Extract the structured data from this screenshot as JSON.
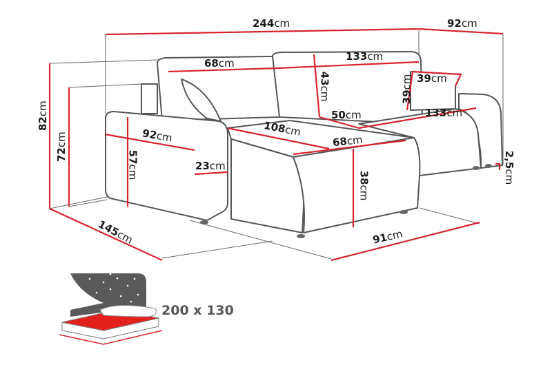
{
  "diagram": {
    "subject": "corner sofa bed dimensions",
    "unit": "cm",
    "colors": {
      "dimension_line": "#d9232e",
      "outline": "#555555",
      "guide_line": "#666666",
      "bed_sheet": "#e3201b",
      "night_sky": "#5a5a5a"
    },
    "dimensions": {
      "total_width": {
        "value": "244",
        "unit": "cm"
      },
      "chaise_depth_total": {
        "value": "92",
        "unit": "cm"
      },
      "back_cushion_width": {
        "value": "68",
        "unit": "cm"
      },
      "back_width_right": {
        "value": "133",
        "unit": "cm"
      },
      "back_cushion_height": {
        "value": "43",
        "unit": "cm"
      },
      "pillow_width": {
        "value": "39",
        "unit": "cm"
      },
      "pillow_height": {
        "value": "39",
        "unit": "cm"
      },
      "seat_depth": {
        "value": "50",
        "unit": "cm"
      },
      "seat_width_right": {
        "value": "133",
        "unit": "cm"
      },
      "total_height": {
        "value": "82",
        "unit": "cm"
      },
      "back_height": {
        "value": "72",
        "unit": "cm"
      },
      "armrest_depth": {
        "value": "92",
        "unit": "cm"
      },
      "armrest_height": {
        "value": "57",
        "unit": "cm"
      },
      "armrest_width": {
        "value": "23",
        "unit": "cm"
      },
      "chaise_length": {
        "value": "108",
        "unit": "cm"
      },
      "chaise_width": {
        "value": "68",
        "unit": "cm"
      },
      "seat_height": {
        "value": "38",
        "unit": "cm"
      },
      "leg_height": {
        "value": "2,5",
        "unit": "cm"
      },
      "total_depth": {
        "value": "145",
        "unit": "cm"
      },
      "right_depth": {
        "value": "91",
        "unit": "cm"
      }
    },
    "sleeping_area": {
      "label": "200 x 130",
      "icon": "bed-night-icon"
    }
  }
}
